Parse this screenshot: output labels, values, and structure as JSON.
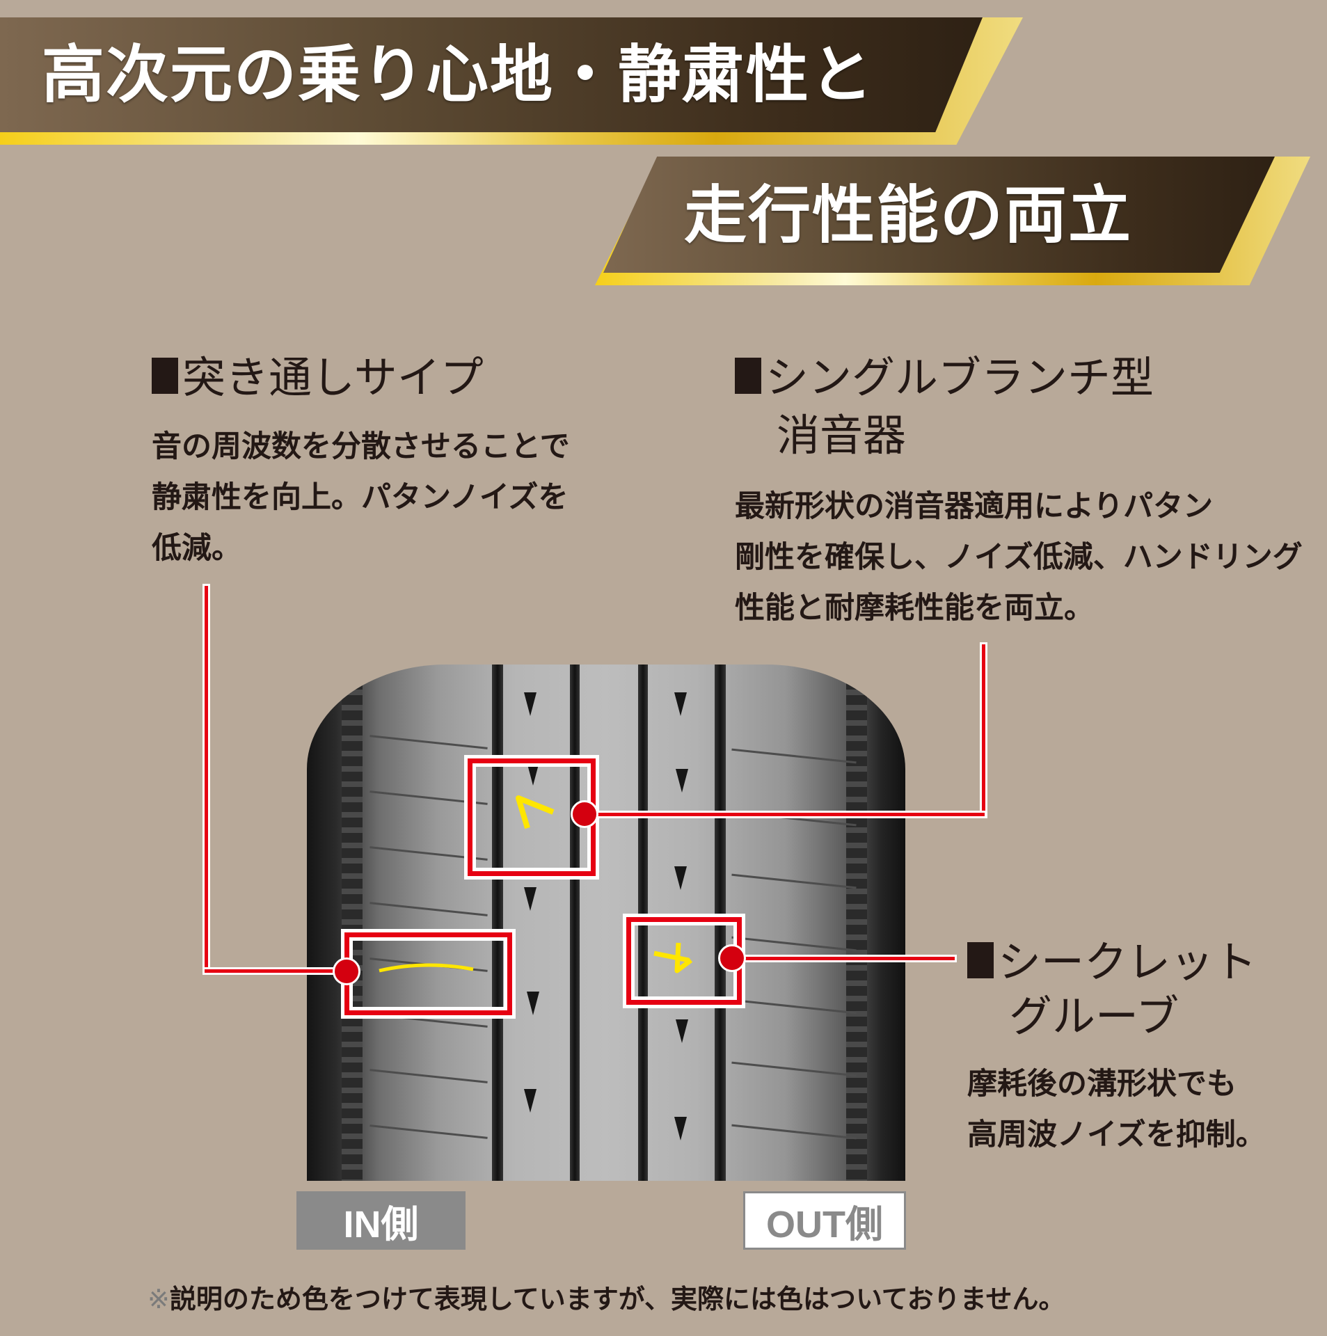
{
  "headline": {
    "line1": "高次元の乗り心地・静粛性と",
    "line2": "走行性能の両立"
  },
  "features": [
    {
      "id": "through-sipe",
      "title_line1": "突き通しサイプ",
      "title_line2": "",
      "body": [
        "音の周波数を分散させることで",
        "静粛性を向上。パタンノイズを",
        "低減。"
      ]
    },
    {
      "id": "single-branch-muffler",
      "title_line1": "シングルブランチ型",
      "title_line2": "消音器",
      "body": [
        "最新形状の消音器適用によりパタン",
        "剛性を確保し、ノイズ低減、ハンドリング",
        "性能と耐摩耗性能を両立。"
      ]
    },
    {
      "id": "secret-groove",
      "title_line1": "シークレット",
      "title_line2": "グルーブ",
      "body": [
        "摩耗後の溝形状でも",
        "高周波ノイズを抑制。"
      ]
    }
  ],
  "tire": {
    "in_label": "IN側",
    "out_label": "OUT側"
  },
  "footer": {
    "mark": "※",
    "note": "説明のため色をつけて表現していますが、実際には色はついておりません。"
  },
  "colors": {
    "background": "#b8a999",
    "callout_red": "#e60012",
    "highlight_yellow": "#ffe600",
    "banner_dark": "#3c2c1b",
    "banner_gold": "#e9c94a"
  }
}
